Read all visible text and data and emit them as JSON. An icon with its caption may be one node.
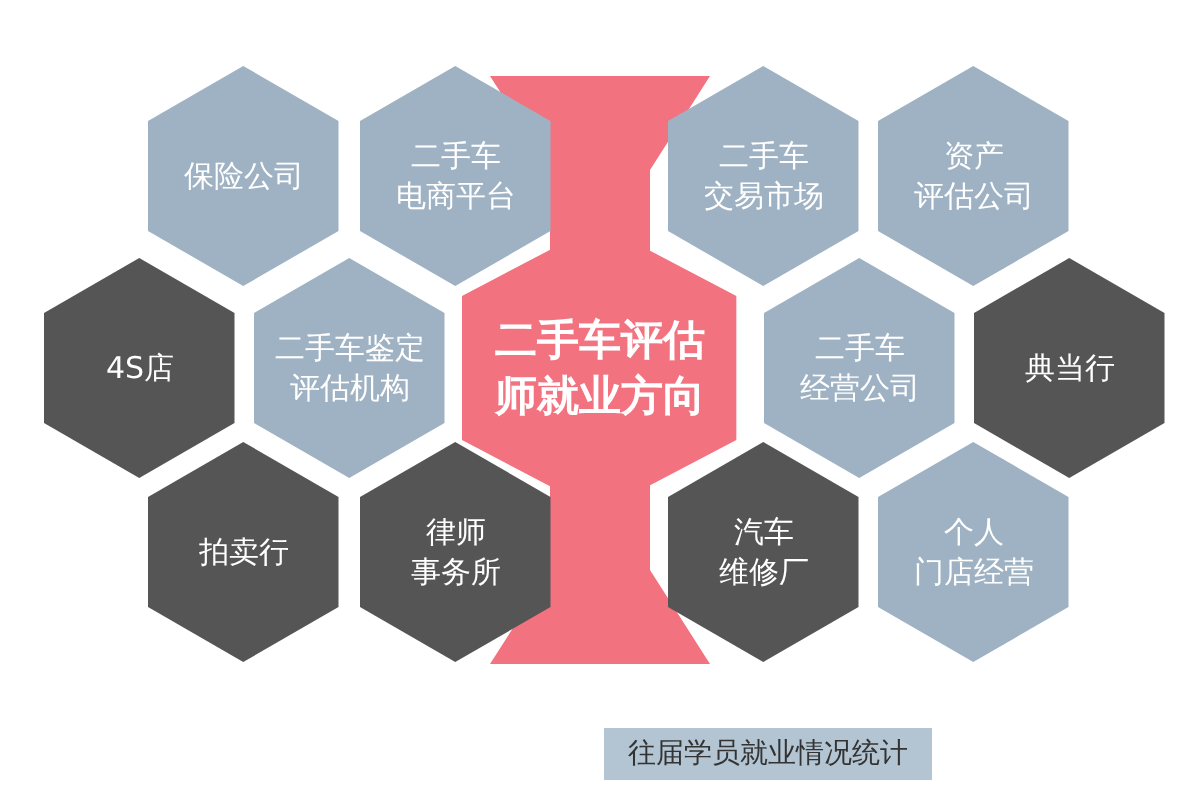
{
  "diagram": {
    "nodes": [
      {
        "text": [
          "保险公司"
        ]
      },
      {
        "text": [
          "二手车电商平台"
        ]
      },
      {
        "text": [
          "二手车交易市场"
        ]
      },
      {
        "text": [
          "资产评估公司"
        ]
      },
      {
        "text": [
          "4S店"
        ]
      },
      {
        "text": [
          "二手车鉴定评估机构"
        ]
      },
      {
        "text": [
          "二手车评估师就业方向"
        ]
      },
      {
        "text": [
          "二手车经营公司"
        ]
      },
      {
        "text": [
          "典当行"
        ]
      },
      {
        "text": [
          "拍卖行"
        ]
      },
      {
        "text": [
          "律师事务所"
        ]
      },
      {
        "text": [
          "汽车维修厂"
        ]
      },
      {
        "text": [
          "个人门店经营"
        ]
      }
    ],
    "labels": [
      "往届学员就业情况统计"
    ]
  }
}
